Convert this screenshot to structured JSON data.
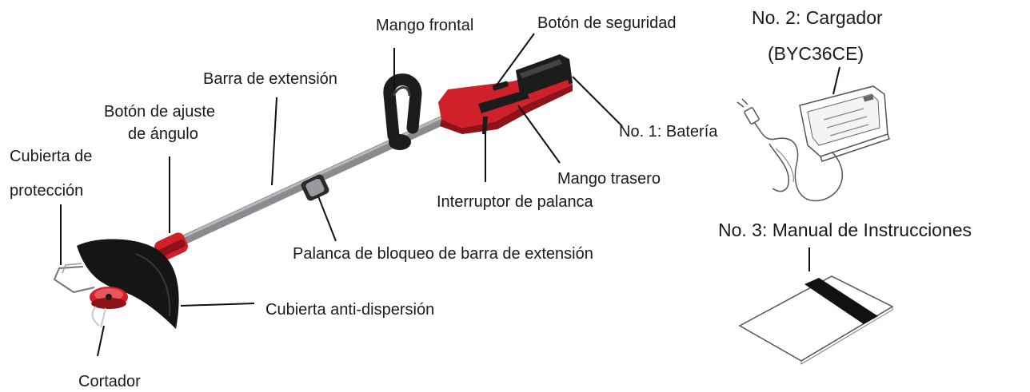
{
  "colors": {
    "body_red": "#d0202a",
    "body_red_dark": "#8e1218",
    "battery_black": "#1c1c1c",
    "pole_gray": "#8a8a8f",
    "guard_black": "#151515",
    "outline_gray": "#555555"
  },
  "labels": {
    "mango_frontal": "Mango frontal",
    "boton_seguridad": "Botón de seguridad",
    "barra_extension": "Barra de extensión",
    "boton_ajuste_1": "Botón de ajuste",
    "boton_ajuste_2": "de ángulo",
    "cubierta_proteccion_1": "Cubierta de",
    "cubierta_proteccion_2": "protección",
    "bateria": "No. 1: Batería",
    "mango_trasero": "Mango trasero",
    "interruptor": "Interruptor de palanca",
    "palanca_bloqueo": "Palanca de bloqueo de barra de extensión",
    "cubierta_anti": "Cubierta anti-dispersión",
    "cortador": "Cortador",
    "cargador_1": "No. 2: Cargador",
    "cargador_2": "(BYC36CE)",
    "manual": "No. 3: Manual de Instrucciones"
  },
  "icons": {
    "trimmer": "string-trimmer-illustration",
    "charger": "battery-charger-illustration",
    "manual": "instruction-booklet-illustration"
  }
}
